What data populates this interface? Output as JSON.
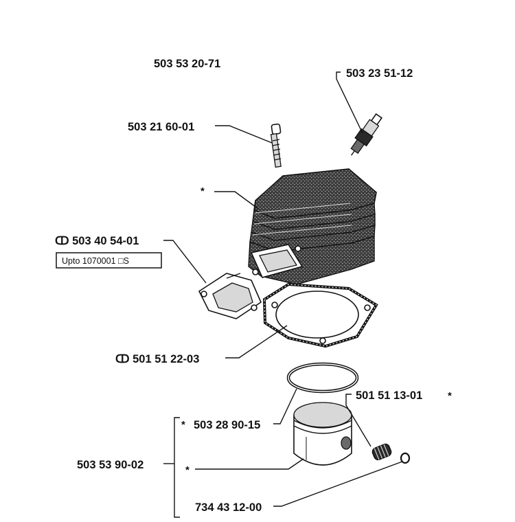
{
  "labels": {
    "assembly": "503 53 20-71",
    "spark_plug": "503 23 51-12",
    "stud_bolt": "503 21 60-01",
    "cylinder_star": "*",
    "exhaust_gasket": "ↀ 503 40 54-01",
    "exhaust_gasket_note": "Upto 1070001 □S",
    "cylinder_gasket": "ↀ 501 51 22-03",
    "piston_pin_bearing": "501 51 13-01",
    "piston_pin_bearing_star": "*",
    "piston_ring": "503 28 90-15",
    "piston_ring_star": "*",
    "piston_kit": "503 53 90-02",
    "piston_star": "*",
    "circlip": "734 43 12-00"
  }
}
